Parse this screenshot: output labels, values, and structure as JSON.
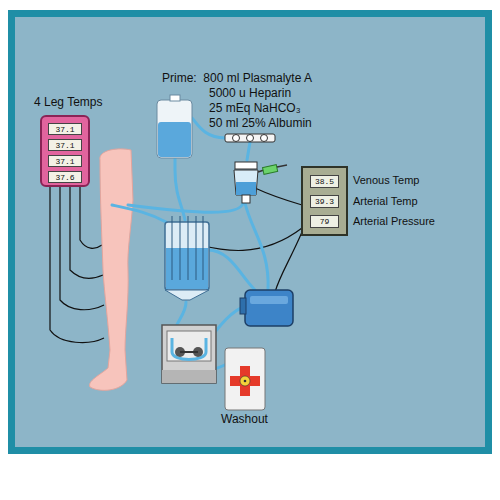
{
  "diagram": {
    "nodes": [
      {
        "text": [
          "4 Leg Temps"
        ]
      },
      {
        "text": [
          "37.1"
        ],
        "in": 0
      },
      {
        "text": [
          "37.1"
        ],
        "in": 0
      },
      {
        "text": [
          "37.1"
        ],
        "in": 0
      },
      {
        "text": [
          "37.6"
        ],
        "in": 0
      },
      {
        "text": [
          "38.5"
        ]
      },
      {
        "text": [
          "39.3"
        ]
      },
      {
        "text": [
          "79"
        ]
      }
    ],
    "labels": [
      "Prime:  800 ml Plasmalyte A",
      "5000 u Heparin",
      "25 mEq NaHCO₃",
      "50 ml 25% Albumin",
      "Venous Temp",
      "Arterial Temp",
      "Arterial Pressure",
      "Washout"
    ]
  }
}
